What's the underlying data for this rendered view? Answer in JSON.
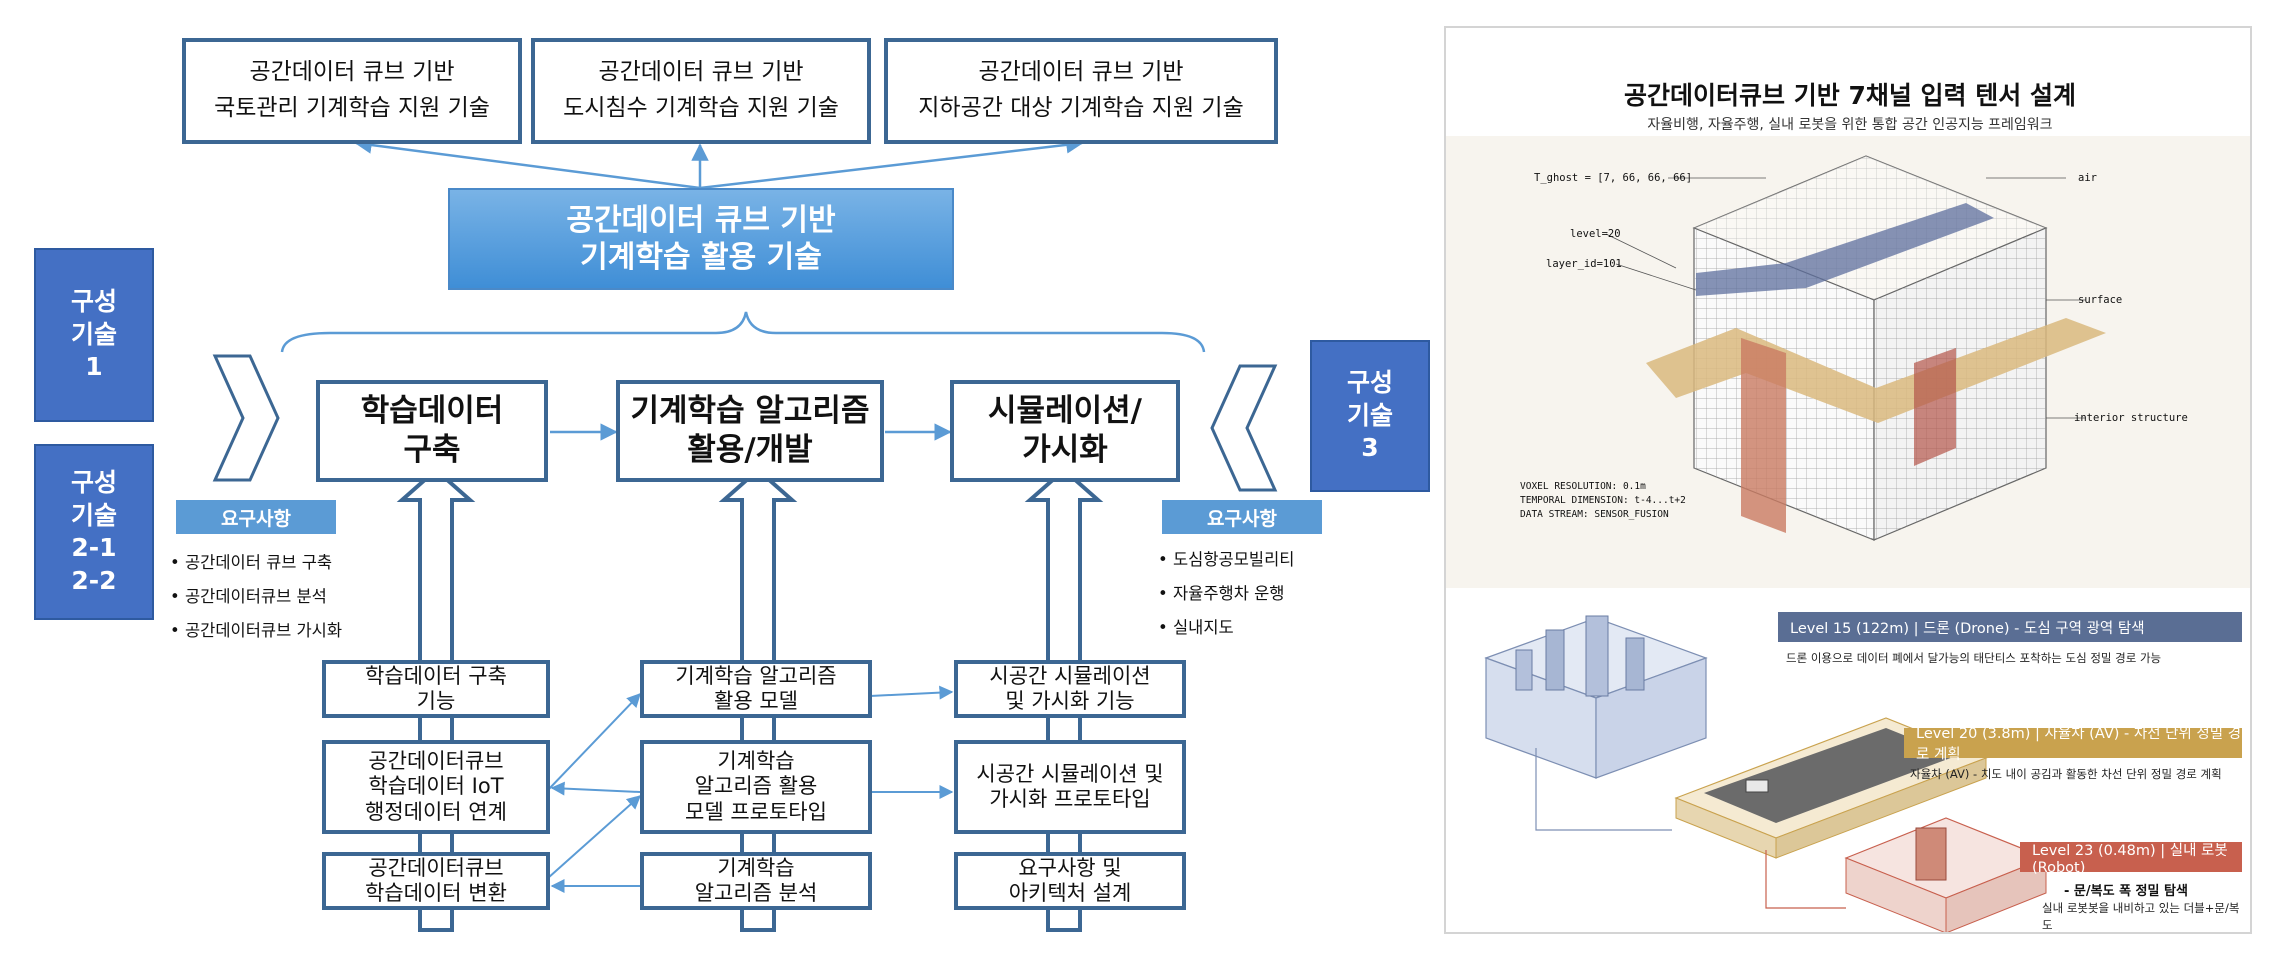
{
  "top_boxes": [
    {
      "text": "공간데이터 큐브 기반\n국토관리 기계학습 지원 기술"
    },
    {
      "text": "공간데이터 큐브 기반\n도시침수 기계학습 지원 기술"
    },
    {
      "text": "공간데이터 큐브 기반\n지하공간 대상 기계학습 지원 기술"
    }
  ],
  "banner": {
    "text": "공간데이터 큐브 기반\n기계학습 활용 기술"
  },
  "components": [
    {
      "text": "구성\n기술\n1"
    },
    {
      "text": "구성\n기술\n2-1\n2-2"
    },
    {
      "text": "구성\n기술\n3"
    }
  ],
  "main_boxes": [
    {
      "text": "학습데이터\n구축"
    },
    {
      "text": "기계학습 알고리즘\n활용/개발"
    },
    {
      "text": "시뮬레이션/\n가시화"
    }
  ],
  "requirements_left": {
    "title": "요구사항",
    "items": [
      "공간데이터 큐브 구축",
      "공간데이터큐브 분석",
      "공간데이터큐브 가시화"
    ]
  },
  "requirements_right": {
    "title": "요구사항",
    "items": [
      "도심항공모빌리티",
      "자율주행차 운행",
      "실내지도"
    ]
  },
  "lower_columns": [
    {
      "boxes": [
        "학습데이터 구축\n기능",
        "공간데이터큐브\n학습데이터 IoT\n행정데이터 연계",
        "공간데이터큐브\n학습데이터 변환"
      ]
    },
    {
      "boxes": [
        "기계학습 알고리즘\n활용 모델",
        "기계학습\n알고리즘 활용\n모델 프로토타입",
        "기계학습\n알고리즘 분석"
      ]
    },
    {
      "boxes": [
        "시공간 시뮬레이션\n및 가시화 기능",
        "시공간 시뮬레이션 및\n가시화 프로토타입",
        "요구사항 및\n아키텍처 설계"
      ]
    }
  ],
  "poster": {
    "title": "공간데이터큐브 기반 7채널 입력 텐서 설계",
    "subtitle": "자율비행, 자율주행, 실내 로봇을 위한 통합 공간 인공지능 프레임워크",
    "labels_left": [
      "T_ghost = [7, 66, 66, 66]",
      "level=20",
      "layer_id=101"
    ],
    "labels_right": [
      "air",
      "surface",
      "interior structure"
    ],
    "specs": [
      "VOXEL RESOLUTION: 0.1m",
      "TEMPORAL DIMENSION: t-4...t+2",
      "DATA STREAM: SENSOR_FUSION"
    ],
    "levels": [
      {
        "title": "Level 15 (122m)  |  드론 (Drone) - 도심 구역 광역 탐색",
        "desc": "드론 이용으로 데이터 폐에서 달가능의 태단티스 포착하는 도심 정밀 경로 가능",
        "color": "#5a6e94"
      },
      {
        "title": "Level 20 (3.8m)  |  자율차 (AV) - 차선 단위 정밀 경로 계획",
        "desc": "자율차 (AV) - 치도 내이 공김과 활동한 차선 단위 정밀 경로 계획",
        "color": "#c9a24e"
      },
      {
        "title": "Level 23 (0.48m)  |  실내 로봇 (Robot)",
        "subtitle": "- 문/복도 폭 정밀 탐색",
        "desc": "실내 로봇봇을 내비하고 있는 더블+문/복도\n도폭 정밀 탐색",
        "color": "#c8604e"
      }
    ]
  }
}
